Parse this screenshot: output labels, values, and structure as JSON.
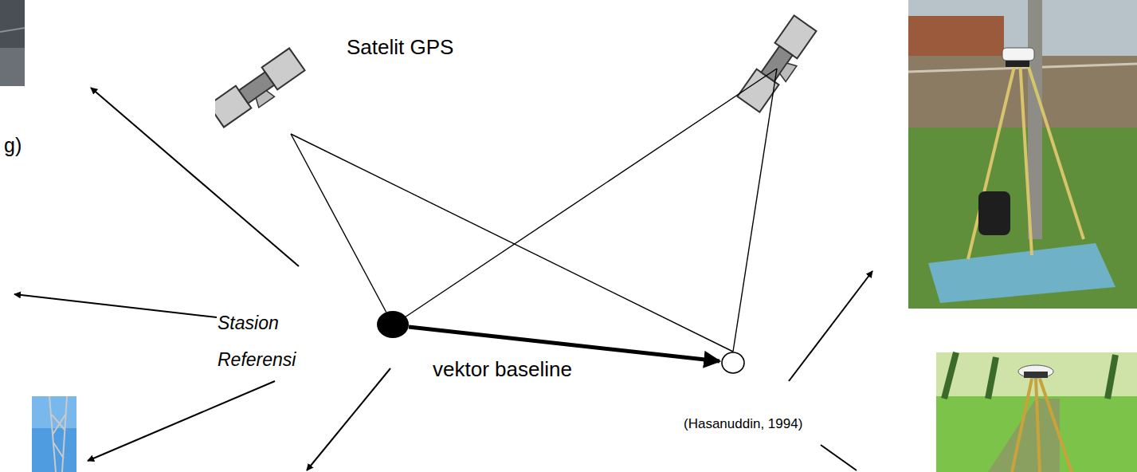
{
  "diagram": {
    "nodes": [
      {
        "text": [
          "Satelit GPS"
        ]
      },
      {
        "text": [
          "Stasion Referensi"
        ]
      }
    ],
    "edges": [
      {
        "from": 0,
        "to": 1,
        "arrow": "none"
      }
    ],
    "labels": [
      "g)",
      "vektor baseline",
      "(Hasanuddin, 1994)"
    ]
  }
}
